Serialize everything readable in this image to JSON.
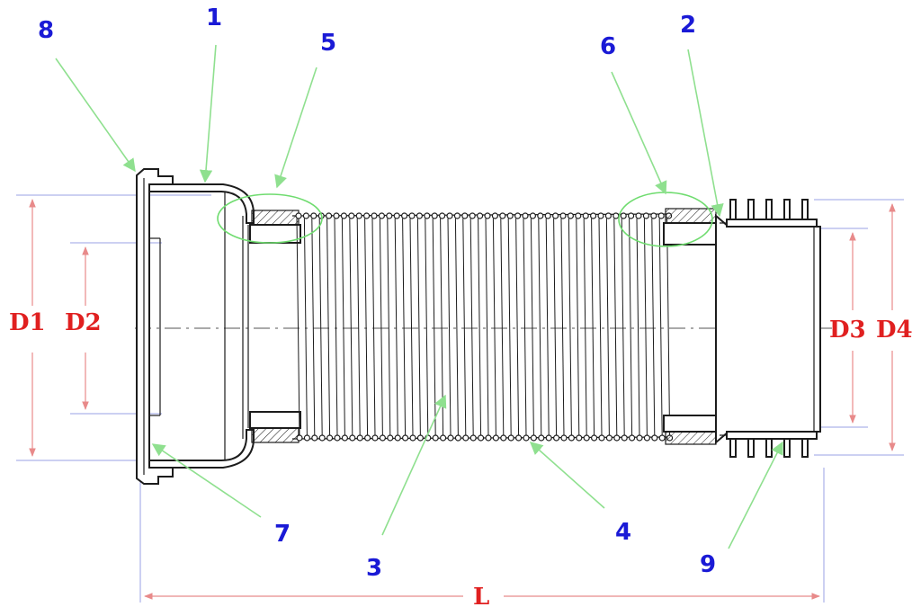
{
  "labels": {
    "n1": "1",
    "n2": "2",
    "n3": "3",
    "n4": "4",
    "n5": "5",
    "n6": "6",
    "n7": "7",
    "n8": "8",
    "n9": "9"
  },
  "dimensions": {
    "d1": "D1",
    "d2": "D2",
    "d3": "D3",
    "d4": "D4",
    "l": "L"
  },
  "colors": {
    "part_numbers": "#1a1ad6",
    "dimension_labels": "#e02020",
    "leader_lines": "#8fe08f"
  }
}
